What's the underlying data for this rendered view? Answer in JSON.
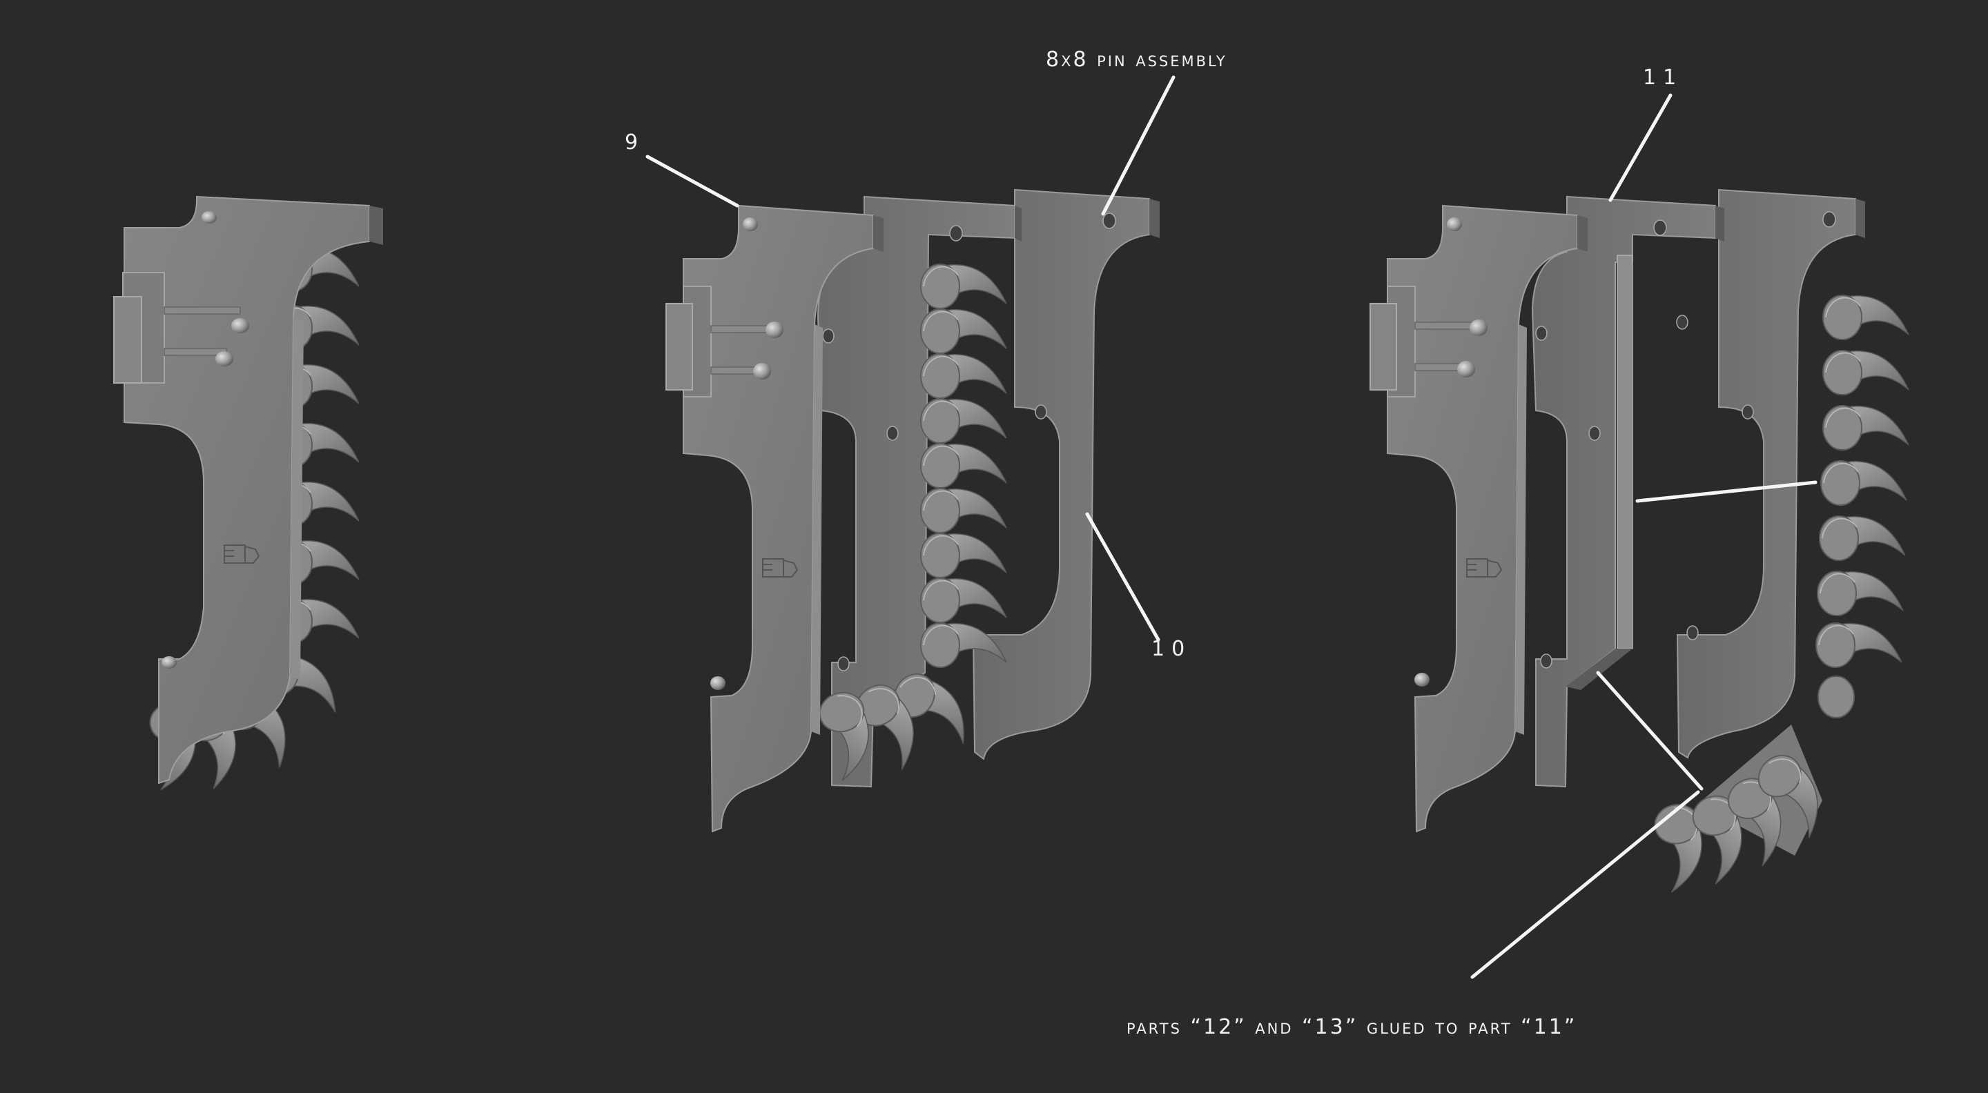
{
  "background": "#2a2a2a",
  "colors": {
    "part_face": "#7a7a7a",
    "part_light": "#9a9a9a",
    "part_dark": "#555555",
    "part_edge": "#b0b0b0",
    "callout_line": "#f5f5f5",
    "label_text": "#f2f2f2"
  },
  "labels": {
    "pin_assembly": "8x8 pin assembly",
    "part_9": "9",
    "part_10": "10",
    "part_11": "11",
    "glue_note": "parts “12” and “13” glued to part “11”"
  },
  "groups": [
    {
      "name": "assembled-part",
      "description": "fully assembled chainblade guard"
    },
    {
      "name": "exploded-view-1",
      "parts": [
        "9",
        "11 with teeth",
        "10"
      ]
    },
    {
      "name": "exploded-view-2",
      "parts": [
        "9",
        "11",
        "10",
        "12",
        "13"
      ]
    }
  ],
  "icons": {
    "emblem": "clenched-fist-emblem-icon",
    "rivet": "rivet-icon",
    "pin_hole": "pin-hole-icon"
  }
}
